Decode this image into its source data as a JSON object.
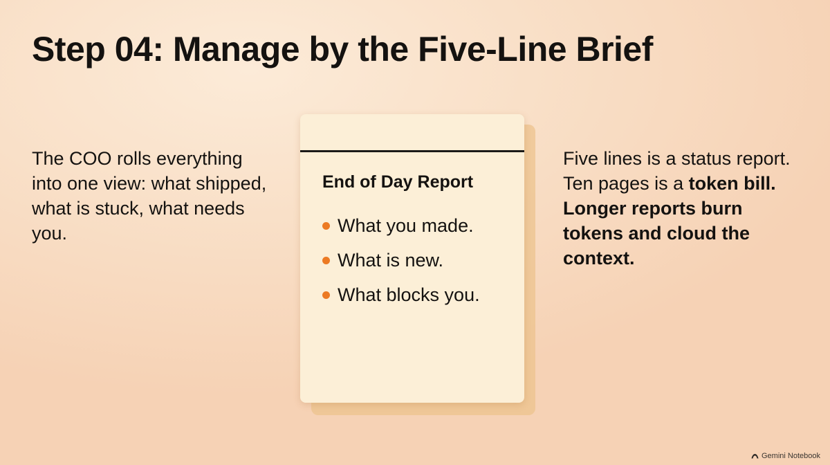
{
  "title": "Step 04: Manage by the Five-Line Brief",
  "left_text": "The COO rolls everything into one view: what shipped, what is stuck, what needs you.",
  "card": {
    "heading": "End of Day Report",
    "items": [
      "What you made.",
      "What is new.",
      "What blocks you."
    ]
  },
  "right_text": {
    "plain": "Five lines is a status report. Ten pages is a ",
    "bold": "token bill. Longer reports burn tokens and cloud the context."
  },
  "watermark": {
    "text": "Gemini Notebook",
    "icon": "notebook-logo-icon"
  },
  "colors": {
    "background": "#f9e0c8",
    "card": "#fcefd7",
    "card_shadow": "#ecc38e",
    "bullet": "#ec7a23",
    "text": "#141210"
  }
}
